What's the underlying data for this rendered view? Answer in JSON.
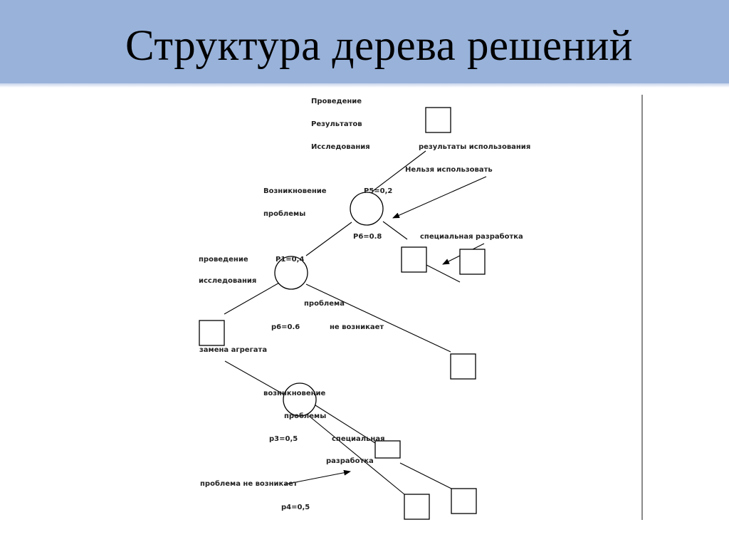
{
  "slide": {
    "title": "Структура дерева решений"
  },
  "diagram": {
    "labels": {
      "provedenie_top": "Проведение",
      "rezultatov": "Результатов",
      "issledovaniya_top": "Исследования",
      "rezultaty_ispolzovaniya": "результаты использования",
      "nelzya_ispolzovat": "Нельзя использовать",
      "vozniknovenie_1": "Возникновение",
      "problemy_1": "проблемы",
      "p5": "P5=0,2",
      "p6_top": "P6=0.8",
      "spec_razrabotka_1": "специальная разработка",
      "provedenie_mid": "проведение",
      "p1": "P1=0,4",
      "issledovaniya_mid": "исследования",
      "problema": "проблема",
      "p6_mid": "р6=0.6",
      "ne_voznikaet": "не возникает",
      "zamena_agregata": "замена агрегата",
      "vozniknovenie_2": "возникновение",
      "problemy_2": "проблемы",
      "p3": "р3=0,5",
      "specialnaya": "специальная",
      "razrabotka": "разработка",
      "problema_ne_voznikaet": "проблема не возникает",
      "p4": "р4=0,5"
    }
  }
}
